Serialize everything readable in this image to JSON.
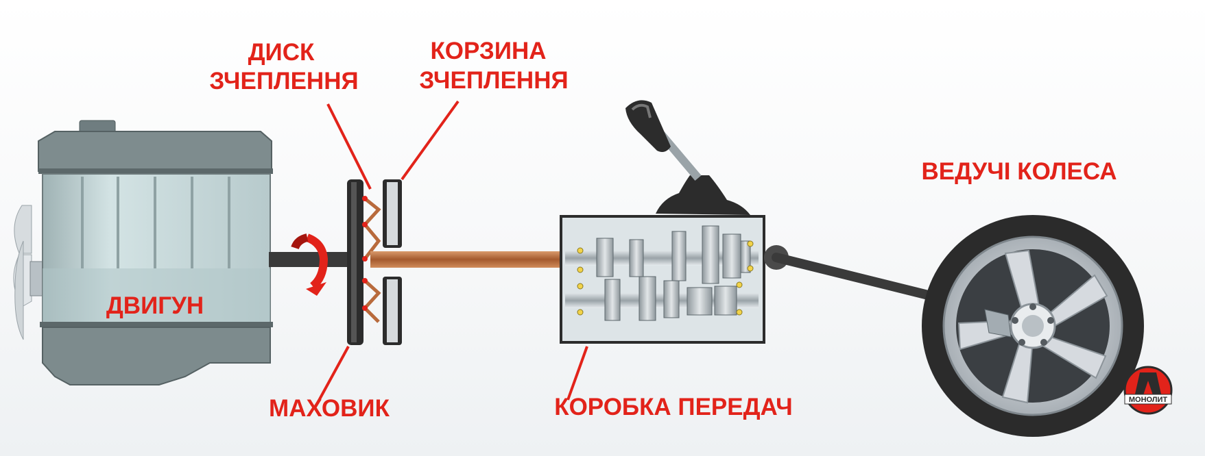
{
  "labels": {
    "disc_line1": "ДИСК",
    "disc_line2": "ЗЧЕПЛЕННЯ",
    "basket_line1": "КОРЗИНА",
    "basket_line2": "ЗЧЕПЛЕННЯ",
    "engine": "ДВИГУН",
    "flywheel": "МАХОВИК",
    "gearbox": "КОРОБКА ПЕРЕДАЧ",
    "drive_wheels": "ВЕДУЧІ КОЛЕСА"
  },
  "logo_text": "МОНОЛИТ",
  "colors": {
    "label": "#e2231a",
    "engine_body": "#c3d7d8",
    "engine_dark": "#6b7b7d",
    "shaft_dark": "#3a3a3a",
    "shaft_copper": "#b86a3c",
    "tire": "#2b2b2b",
    "rim": "#c8cdd2"
  }
}
